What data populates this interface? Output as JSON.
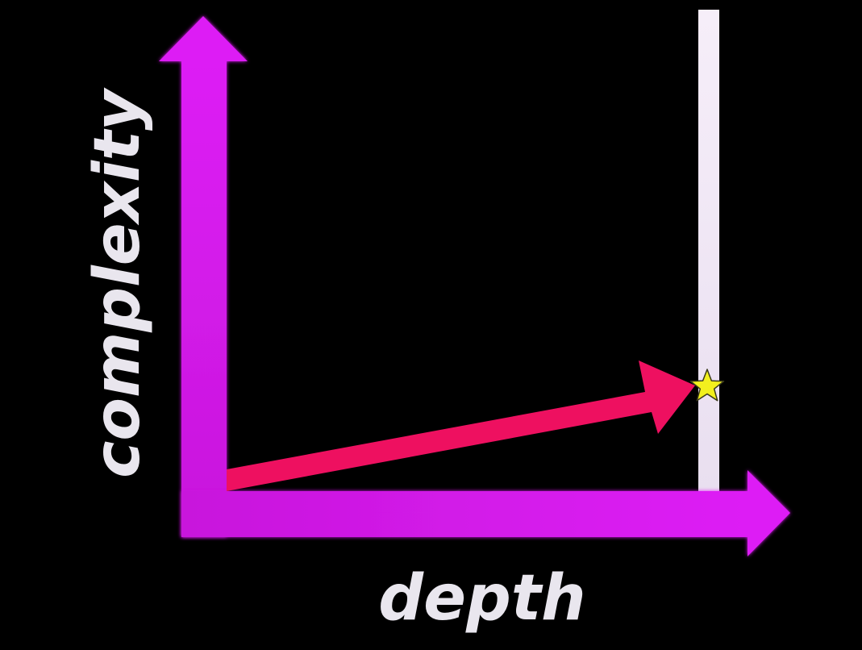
{
  "labels": {
    "x_axis": "depth",
    "y_axis": "complexity"
  },
  "colors": {
    "background": "#000000",
    "axes": "#d91cf0",
    "trajectory_arrow": "#ee1060",
    "limit_bar": "#f1e9f6",
    "marker_star": "#f2f01e",
    "label_text": "#e9e6ee"
  },
  "elements": {
    "trajectory": "arrow from origin rising slowly toward the limit bar",
    "marker": "star-icon"
  }
}
